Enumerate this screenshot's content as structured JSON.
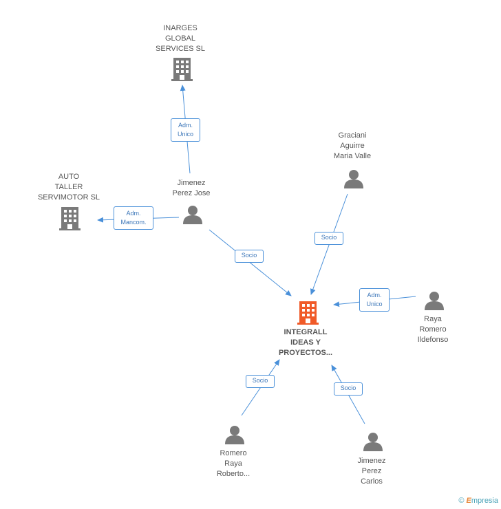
{
  "nodes": {
    "inarges": {
      "label": "INARGES\nGLOBAL\nSERVICES SL",
      "kind": "company"
    },
    "auto_taller": {
      "label": "AUTO\nTALLER\nSERVIMOTOR SL",
      "kind": "company"
    },
    "jimenez_jose": {
      "label": "Jimenez\nPerez Jose",
      "kind": "person"
    },
    "graciani": {
      "label": "Graciani\nAguirre\nMaria Valle",
      "kind": "person"
    },
    "integrall": {
      "label": "INTEGRALL\nIDEAS Y\nPROYECTOS...",
      "kind": "company-main"
    },
    "raya": {
      "label": "Raya\nRomero\nIldefonso",
      "kind": "person"
    },
    "romero": {
      "label": "Romero\nRaya\nRoberto...",
      "kind": "person"
    },
    "jimenez_carlos": {
      "label": "Jimenez\nPerez\nCarlos",
      "kind": "person"
    }
  },
  "edges": {
    "jose_inarges": "Adm.\nUnico",
    "jose_auto": "Adm.\nMancom.",
    "jose_integrall": "Socio",
    "graciani_integrall": "Socio",
    "raya_integrall": "Adm.\nUnico",
    "romero_integrall": "Socio",
    "carlos_integrall": "Socio"
  },
  "watermark": {
    "symbol": "©",
    "brand_initial": "E",
    "brand_rest": "mpresia"
  },
  "colors": {
    "edge": "#4a90d9",
    "icon_gray": "#7a7a7a",
    "icon_main": "#f05a28"
  }
}
